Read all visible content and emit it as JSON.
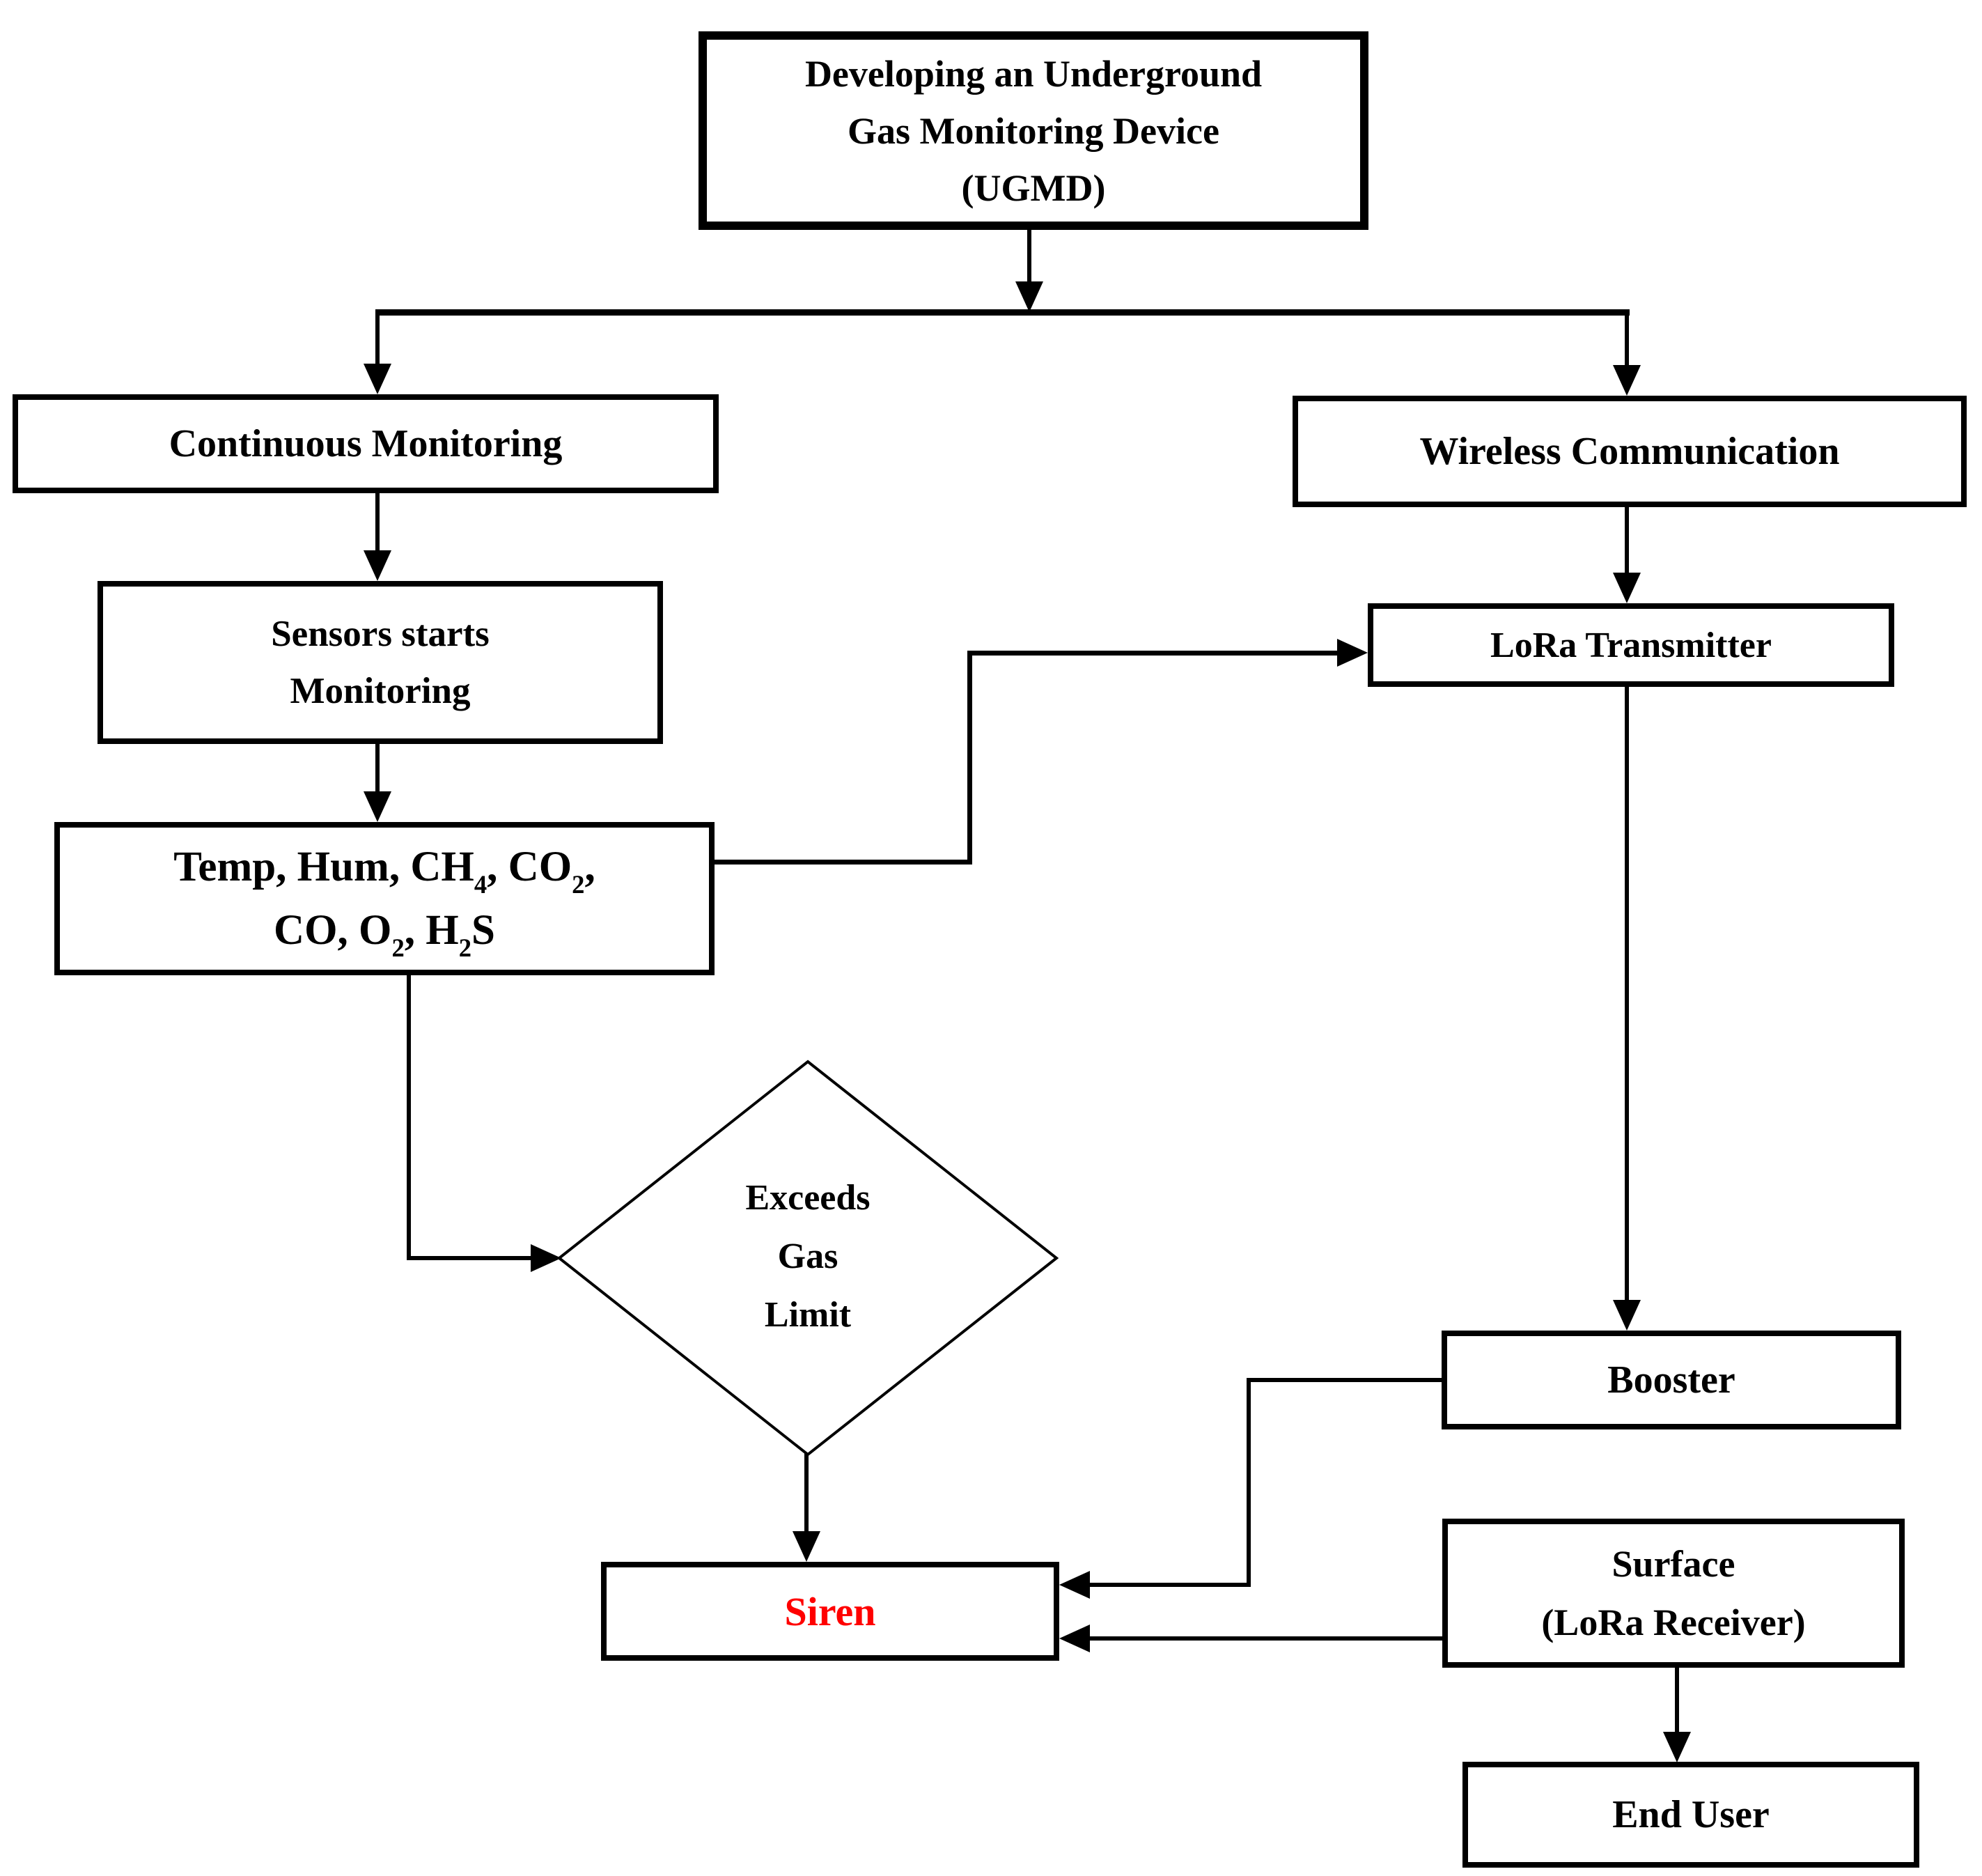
{
  "figure": {
    "type": "flowchart",
    "background_color": "#ffffff",
    "line_color": "#000000",
    "alert_text_color": "#ff0000",
    "subscript_delimiter": "~",
    "nodes": [
      {
        "id": "ugmd",
        "shape": "rect",
        "lines": [
          "Developing an Underground",
          "Gas Monitoring Device",
          "(UGMD)"
        ]
      },
      {
        "id": "continuous-monitoring",
        "shape": "rect",
        "lines": [
          "Continuous Monitoring"
        ]
      },
      {
        "id": "wireless-communication",
        "shape": "rect",
        "lines": [
          "Wireless Communication"
        ]
      },
      {
        "id": "sensors-start",
        "shape": "rect",
        "lines": [
          "Sensors starts",
          "Monitoring"
        ]
      },
      {
        "id": "lora-transmitter",
        "shape": "rect",
        "lines": [
          "LoRa Transmitter"
        ]
      },
      {
        "id": "measured-parameters",
        "shape": "rect",
        "lines": [
          "Temp, Hum, CH~4~, CO~2~,",
          "CO, O~2~, H~2~S"
        ]
      },
      {
        "id": "exceeds-gas-limit",
        "shape": "diamond",
        "lines": [
          "Exceeds",
          "Gas",
          "Limit"
        ]
      },
      {
        "id": "booster",
        "shape": "rect",
        "lines": [
          "Booster"
        ]
      },
      {
        "id": "siren",
        "shape": "rect",
        "lines": [
          "Siren"
        ],
        "text_color": "#ff0000"
      },
      {
        "id": "surface-receiver",
        "shape": "rect",
        "lines": [
          "Surface",
          "(LoRa Receiver)"
        ]
      },
      {
        "id": "end-user",
        "shape": "rect",
        "lines": [
          "End User"
        ]
      }
    ],
    "edges": [
      {
        "from": "ugmd",
        "to": "continuous-monitoring"
      },
      {
        "from": "ugmd",
        "to": "wireless-communication"
      },
      {
        "from": "continuous-monitoring",
        "to": "sensors-start"
      },
      {
        "from": "sensors-start",
        "to": "measured-parameters"
      },
      {
        "from": "measured-parameters",
        "to": "lora-transmitter"
      },
      {
        "from": "measured-parameters",
        "to": "exceeds-gas-limit"
      },
      {
        "from": "exceeds-gas-limit",
        "to": "siren"
      },
      {
        "from": "wireless-communication",
        "to": "lora-transmitter"
      },
      {
        "from": "lora-transmitter",
        "to": "booster"
      },
      {
        "from": "booster",
        "to": "siren"
      },
      {
        "from": "booster",
        "to": "surface-receiver"
      },
      {
        "from": "surface-receiver",
        "to": "siren"
      },
      {
        "from": "surface-receiver",
        "to": "end-user"
      }
    ]
  }
}
